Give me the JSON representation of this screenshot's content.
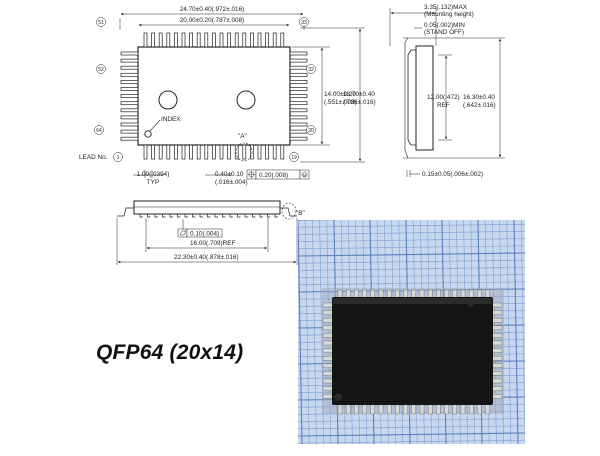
{
  "package_title": "QFP64 (20x14)",
  "top_view": {
    "overall_width": "24.70±0.40(.972±.016)",
    "body_width": "20.00±0.20(.787±.008)",
    "body_height": "14.00±0.20\n(.551±.008)",
    "overall_height": "18.70±0.40\n(.736±.016)",
    "index_label": "INDEX",
    "detail_a_label": "\"A\"",
    "lead_no_label": "LEAD No.",
    "pitch": "1.00(.0394)\nTYP",
    "lead_width": "0.40±0.10\n(.016±.004)",
    "position_tolerance": "0.20(.008)",
    "pin_numbers": {
      "p1": "1",
      "p19": "19",
      "p20": "20",
      "p32": "32",
      "p33": "33",
      "p51": "51",
      "p52": "52",
      "p64": "64"
    }
  },
  "side_view": {
    "height_max": "3.35(.132)MAX\n(Mounting height)",
    "standoff": "0.05(.002)MIN\n(STAND OFF)",
    "ref_height": "12.00(.472)\nREF",
    "overall": "16.30±0.40\n(.642±.016)",
    "lead_thickness": "0.15±0.05(.006±.002)"
  },
  "front_view": {
    "coplanarity": "0.10(.004)",
    "ref_length": "16.00(.709)REF",
    "overall_length": "22.30±0.40(.878±.016)",
    "detail_b_label": "\"B\""
  },
  "colors": {
    "ink": "#222222",
    "chip_photo_body": "#151515",
    "grid_paper": "#c7d7ee",
    "grid_lines": "#5d80c2"
  }
}
